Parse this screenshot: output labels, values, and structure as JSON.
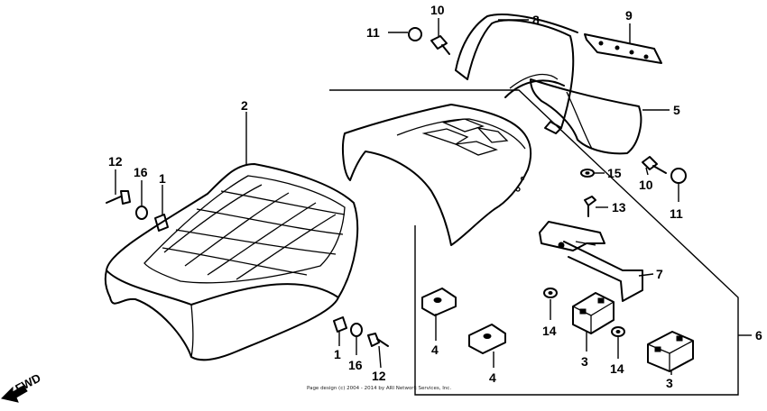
{
  "callouts": {
    "c1a": "1",
    "c1b": "1",
    "c2": "2",
    "c3a": "3",
    "c3b": "3",
    "c4a": "4",
    "c4b": "4",
    "c5": "5",
    "c6": "6",
    "c7": "7",
    "c8": "8",
    "c9": "9",
    "c10a": "10",
    "c10b": "10",
    "c11a": "11",
    "c11b": "11",
    "c12a": "12",
    "c12b": "12",
    "c13": "13",
    "c14a": "14",
    "c14b": "14",
    "c15": "15",
    "c16a": "16",
    "c16b": "16"
  },
  "direction_label": "FWD",
  "copyright": "Page design (c) 2004 - 2014 by ARI Network Services, Inc."
}
